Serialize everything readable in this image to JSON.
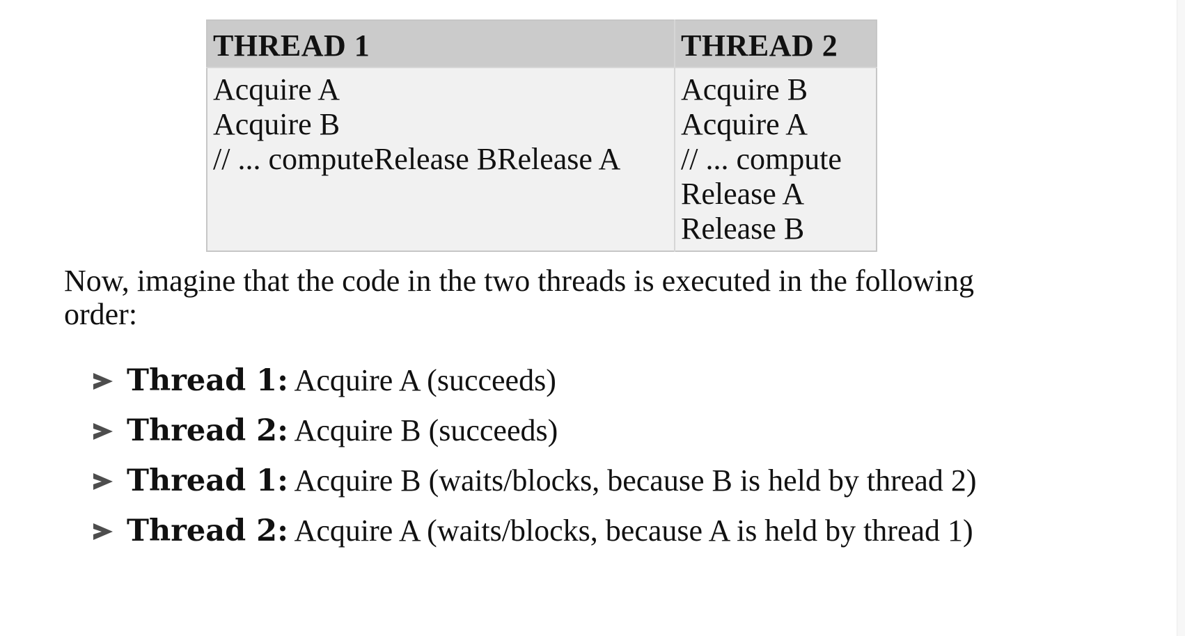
{
  "table": {
    "headers": [
      "THREAD 1",
      "THREAD 2"
    ],
    "thread1_lines": [
      "Acquire A",
      "Acquire B",
      "// ... computeRelease BRelease A"
    ],
    "thread2_lines": [
      "Acquire B",
      "Acquire A",
      "// ... compute",
      "Release A",
      "Release B"
    ]
  },
  "intro": "Now, imagine that the code in the two threads is executed in the following order:",
  "steps": [
    {
      "who": "Thread 1:",
      "what": " Acquire A (succeeds)"
    },
    {
      "who": "Thread 2:",
      "what": " Acquire B (succeeds)"
    },
    {
      "who": "Thread 1:",
      "what": " Acquire B (waits/blocks, because B is held by thread 2)"
    },
    {
      "who": "Thread 2:",
      "what": " Acquire A (waits/blocks, because A is held by thread 1)"
    }
  ],
  "colors": {
    "header_bg": "#cbcbcb",
    "cell_bg": "#f1f1f1",
    "bullet": "#4d4d4d"
  },
  "icons": {
    "bullet": "arrow-bullet-icon"
  }
}
